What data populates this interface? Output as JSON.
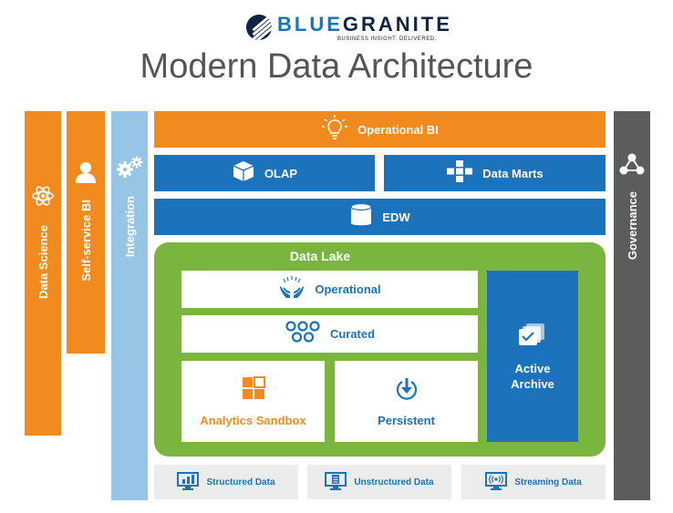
{
  "logo": {
    "brand_part1": "BLUE",
    "brand_part2": "GRANITE",
    "tagline": "BUSINESS INSIGHT. DELIVERED."
  },
  "title": "Modern Data Architecture",
  "columns": {
    "data_science": "Data Science",
    "self_service": "Self-service BI",
    "integration": "Integration",
    "governance": "Governance"
  },
  "layers": {
    "operational_bi": "Operational BI",
    "olap": "OLAP",
    "data_marts": "Data Marts",
    "edw": "EDW"
  },
  "data_lake": {
    "title": "Data Lake",
    "operational": "Operational",
    "curated": "Curated",
    "analytics_sandbox": "Analytics Sandbox",
    "persistent": "Persistent",
    "active_archive": "Active Archive"
  },
  "sources": {
    "structured": "Structured Data",
    "unstructured": "Unstructured Data",
    "streaming": "Streaming Data"
  },
  "colors": {
    "orange": "#f28b1f",
    "blue": "#1c73bb",
    "light_blue": "#97c5e5",
    "gray": "#5c5c5c",
    "green": "#7ab540"
  }
}
